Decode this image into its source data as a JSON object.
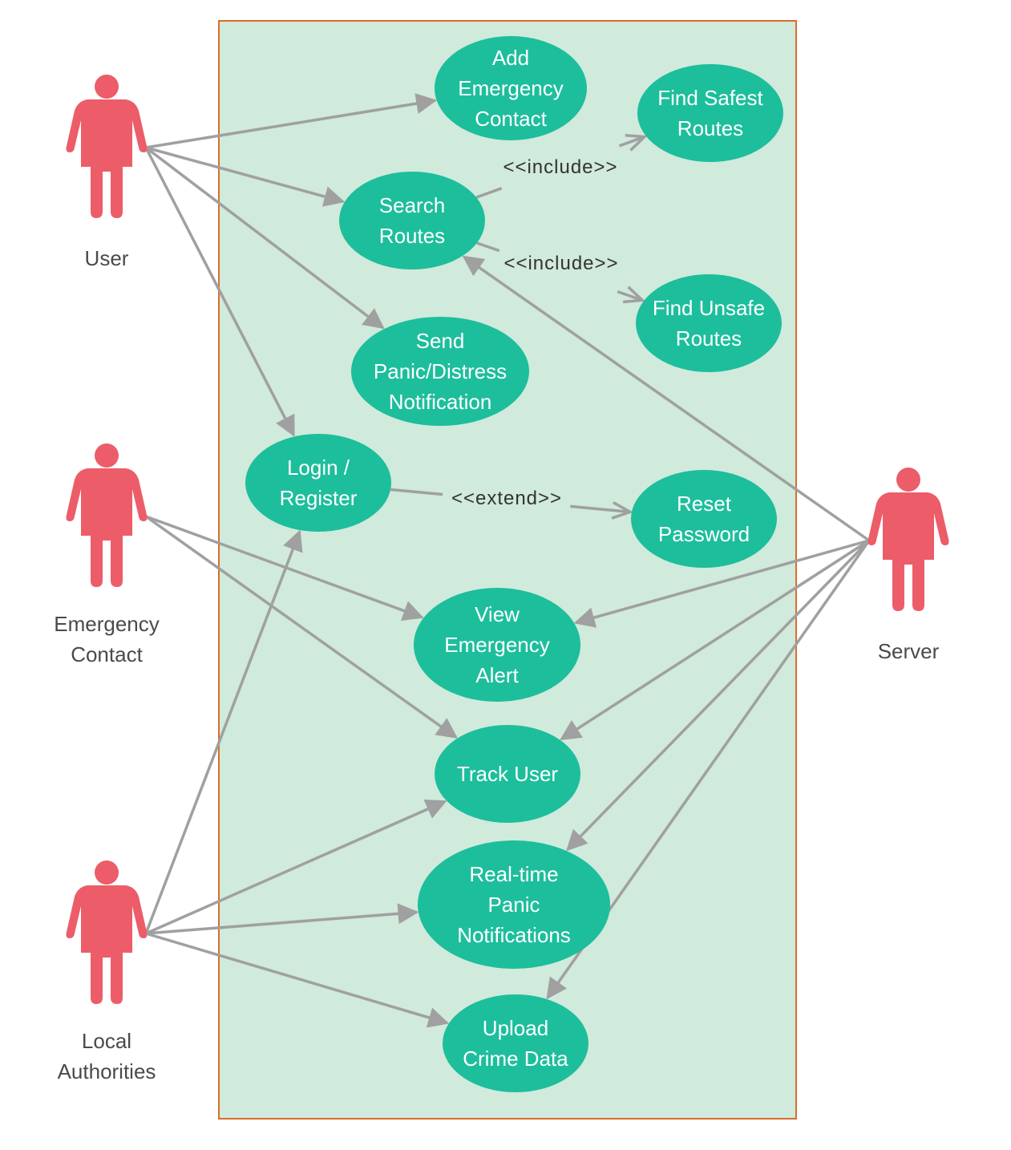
{
  "colors": {
    "system_fill": "#d0eadb",
    "system_border": "#d96d2c",
    "use_case": "#1dbe9c",
    "actor": "#ec5d69",
    "line": "#a0a0a0"
  },
  "actors": [
    {
      "id": "user",
      "lines": [
        "User"
      ]
    },
    {
      "id": "emergency-contact",
      "lines": [
        "Emergency",
        "Contact"
      ]
    },
    {
      "id": "local-authorities",
      "lines": [
        "Local",
        "Authorities"
      ]
    },
    {
      "id": "server",
      "lines": [
        "Server"
      ]
    }
  ],
  "use_cases": [
    {
      "id": "add-emergency-contact",
      "lines": [
        "Add",
        "Emergency",
        "Contact"
      ]
    },
    {
      "id": "find-safest-routes",
      "lines": [
        "Find Safest",
        "Routes"
      ]
    },
    {
      "id": "search-routes",
      "lines": [
        "Search",
        "Routes"
      ]
    },
    {
      "id": "find-unsafe-routes",
      "lines": [
        "Find Unsafe",
        "Routes"
      ]
    },
    {
      "id": "send-panic",
      "lines": [
        "Send",
        "Panic/Distress",
        "Notification"
      ]
    },
    {
      "id": "login-register",
      "lines": [
        "Login /",
        "Register"
      ]
    },
    {
      "id": "reset-password",
      "lines": [
        "Reset",
        "Password"
      ]
    },
    {
      "id": "view-emergency-alert",
      "lines": [
        "View",
        "Emergency",
        "Alert"
      ]
    },
    {
      "id": "track-user",
      "lines": [
        "Track User"
      ]
    },
    {
      "id": "realtime-panic",
      "lines": [
        "Real-time",
        "Panic",
        "Notifications"
      ]
    },
    {
      "id": "upload-crime-data",
      "lines": [
        "Upload",
        "Crime Data"
      ]
    }
  ],
  "associations": [
    {
      "from": "user",
      "to": "add-emergency-contact"
    },
    {
      "from": "user",
      "to": "search-routes"
    },
    {
      "from": "user",
      "to": "send-panic"
    },
    {
      "from": "user",
      "to": "login-register"
    },
    {
      "from": "emergency-contact",
      "to": "view-emergency-alert"
    },
    {
      "from": "emergency-contact",
      "to": "track-user"
    },
    {
      "from": "local-authorities",
      "to": "login-register"
    },
    {
      "from": "local-authorities",
      "to": "track-user"
    },
    {
      "from": "local-authorities",
      "to": "realtime-panic"
    },
    {
      "from": "local-authorities",
      "to": "upload-crime-data"
    },
    {
      "from": "server",
      "to": "search-routes"
    },
    {
      "from": "server",
      "to": "view-emergency-alert"
    },
    {
      "from": "server",
      "to": "track-user"
    },
    {
      "from": "server",
      "to": "realtime-panic"
    },
    {
      "from": "server",
      "to": "upload-crime-data"
    }
  ],
  "relations": [
    {
      "id": "include-safest",
      "from": "search-routes",
      "to": "find-safest-routes",
      "label": "<<include>>"
    },
    {
      "id": "include-unsafe",
      "from": "search-routes",
      "to": "find-unsafe-routes",
      "label": "<<include>>"
    },
    {
      "id": "extend-reset",
      "from": "login-register",
      "to": "reset-password",
      "label": "<<extend>>"
    }
  ]
}
